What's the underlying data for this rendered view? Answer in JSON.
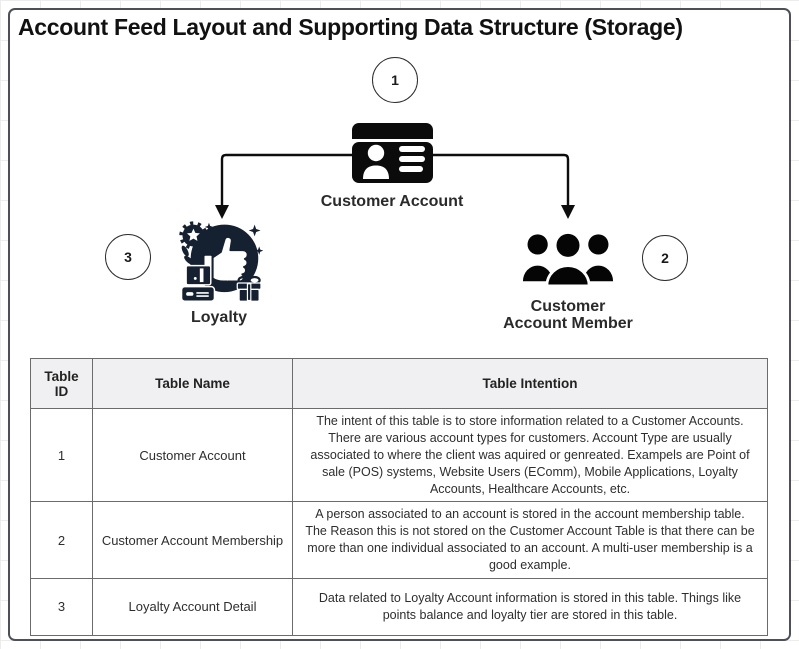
{
  "title": "Account Feed Layout and Supporting Data Structure (Storage)",
  "diagram": {
    "nodes": [
      {
        "badge": "1",
        "label": "Customer Account",
        "icon": "id-card-icon"
      },
      {
        "badge": "2",
        "label_line1": "Customer",
        "label_line2": "Account Member",
        "icon": "users-icon"
      },
      {
        "badge": "3",
        "label": "Loyalty",
        "icon": "loyalty-badge-icon"
      }
    ]
  },
  "table": {
    "headers": [
      "Table ID",
      "Table Name",
      "Table Intention"
    ],
    "rows": [
      {
        "id": "1",
        "name": "Customer Account",
        "intention": "The intent of this table is to store information related to a Customer Accounts.  There are various account types for customers. Account Type are usually associated to where the client was aquired or genreated. Exampels are Point of sale (POS) systems, Website Users (EComm), Mobile Applications, Loyalty Accounts, Healthcare Accounts, etc."
      },
      {
        "id": "2",
        "name": "Customer Account Membership",
        "intention": "A person associated to an account is stored in the account membership table.  The Reason this is not stored on the Customer Account Table is that there can be more than one individual associated to an account.  A multi-user membership is a good example."
      },
      {
        "id": "3",
        "name": "Loyalty Account Detail",
        "intention": "Data related to Loyalty Account information is stored in this table.  Things like points balance and loyalty tier are stored in this table."
      }
    ]
  },
  "colors": {
    "icon_black": "#0b0b0b",
    "loyalty_navy": "#152031",
    "table_border": "#6b6b6b",
    "header_bg": "#f0f0f2",
    "canvas_border": "#4d5059"
  }
}
